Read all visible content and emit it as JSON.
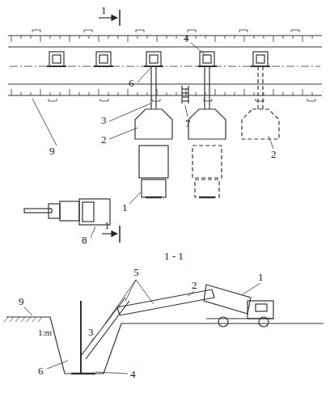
{
  "diagram": {
    "labels": [
      "1",
      "4",
      "6",
      "3",
      "2",
      "7",
      "2",
      "9",
      "8",
      "1",
      "1",
      "1 - 1",
      "9",
      "5",
      "2",
      "1",
      "1:m",
      "3",
      "6",
      "4"
    ]
  }
}
